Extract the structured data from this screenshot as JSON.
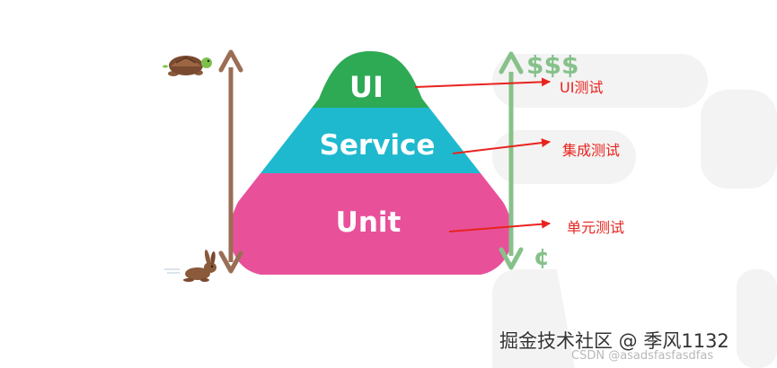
{
  "pyramid": {
    "top": "UI",
    "middle": "Service",
    "bottom": "Unit"
  },
  "labels": {
    "ui_test": "UI测试",
    "integration_test": "集成测试",
    "unit_test": "单元测试"
  },
  "cost": {
    "high": "$$$",
    "low": "¢"
  },
  "icons": {
    "slow": "turtle-icon",
    "fast": "rabbit-icon"
  },
  "colors": {
    "ui_layer": "#2eaa55",
    "service_layer": "#1fb9cf",
    "unit_layer": "#e8519a",
    "speed_arrow": "#9a6e55",
    "cost_arrow": "#86c18a",
    "pointer_arrow": "#e8231e",
    "label_text": "#e8231e"
  },
  "watermark": {
    "main": "掘金技术社区 @ 季风1132",
    "sub": "CSDN @asadsfasfasdfas"
  }
}
